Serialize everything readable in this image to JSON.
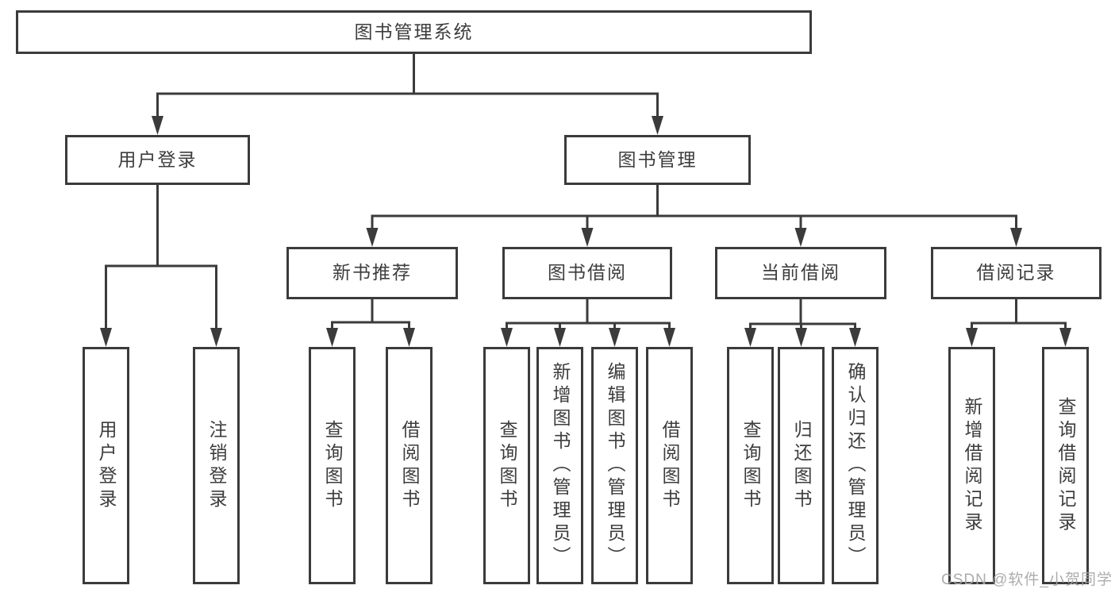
{
  "diagram": {
    "title_node": "图书管理系统",
    "level2": {
      "user_login": "用户登录",
      "book_management": "图书管理"
    },
    "level3": {
      "new_book_recommend": "新书推荐",
      "book_borrow": "图书借阅",
      "current_borrow": "当前借阅",
      "borrow_records": "借阅记录"
    },
    "leaves": {
      "user_login": [
        "用户登录",
        "注销登录"
      ],
      "new_book_recommend": [
        "查询图书",
        "借阅图书"
      ],
      "book_borrow": [
        "查询图书",
        "新增图书（管理员）",
        "编辑图书（管理员）",
        "借阅图书"
      ],
      "current_borrow": [
        "查询图书",
        "归还图书",
        "确认归还（管理员）"
      ],
      "borrow_records": [
        "新增借阅记录",
        "查询借阅记录"
      ]
    },
    "watermark": "CSDN @软件_小贺同学",
    "colors": {
      "line": "#3b3b3b",
      "text": "#3d3d3d",
      "background": "#ffffff",
      "watermark": "#a6a6a6"
    }
  }
}
